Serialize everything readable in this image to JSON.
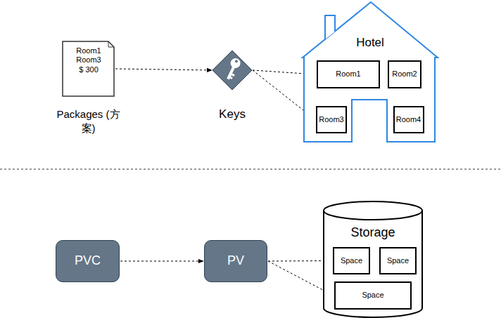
{
  "diagram": {
    "nodes": [
      {
        "text": [
          "Room1",
          "Room3",
          "$ 300",
          "Packages (方案)"
        ]
      },
      {
        "text": [
          "Keys"
        ]
      },
      {
        "text": [
          "Hotel"
        ]
      },
      {
        "text": [
          "Room1"
        ],
        "in": 2
      },
      {
        "text": [
          "Room2"
        ],
        "in": 2
      },
      {
        "text": [
          "Room3"
        ],
        "in": 2
      },
      {
        "text": [
          "Room4"
        ],
        "in": 2
      },
      {
        "text": [
          "PVC"
        ]
      },
      {
        "text": [
          "PV"
        ]
      },
      {
        "text": [
          "Storage"
        ]
      },
      {
        "text": [
          "Space"
        ],
        "in": 9
      },
      {
        "text": [
          "Space"
        ],
        "in": 9
      },
      {
        "text": [
          "Space"
        ],
        "in": 9
      }
    ],
    "edges": [
      {
        "from": 0,
        "to": 1,
        "arrow": "to"
      },
      {
        "from": 1,
        "to": 3,
        "arrow": "to"
      },
      {
        "from": 1,
        "to": 5,
        "arrow": "to"
      },
      {
        "from": 7,
        "to": 8,
        "arrow": "to"
      },
      {
        "from": 8,
        "to": 10,
        "arrow": "to"
      },
      {
        "from": 8,
        "to": 12,
        "arrow": "to"
      }
    ]
  }
}
